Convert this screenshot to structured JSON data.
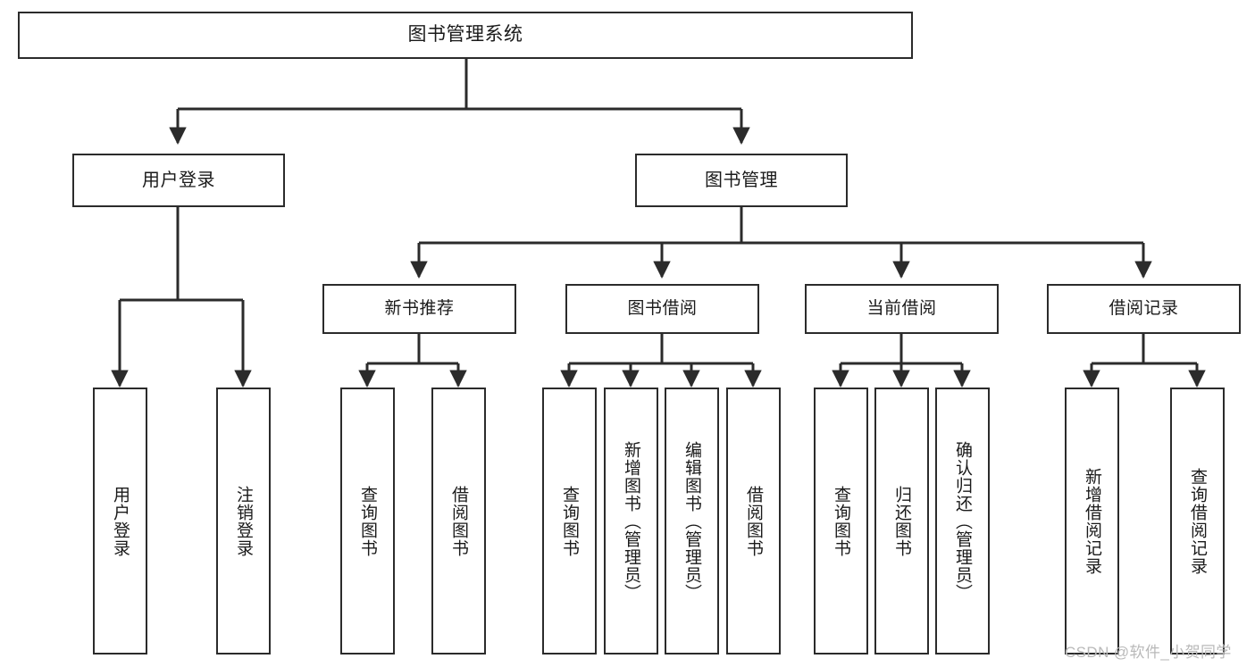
{
  "diagram": {
    "type": "tree",
    "title": "图书管理系统",
    "root": {
      "label": "图书管理系统"
    },
    "level2": [
      {
        "label": "用户登录"
      },
      {
        "label": "图书管理"
      }
    ],
    "level3": [
      {
        "label": "新书推荐"
      },
      {
        "label": "图书借阅"
      },
      {
        "label": "当前借阅"
      },
      {
        "label": "借阅记录"
      }
    ],
    "leaves": {
      "user_login": [
        {
          "label": "用户登录"
        },
        {
          "label": "注销登录"
        }
      ],
      "new_book_recommend": [
        {
          "label": "查询图书"
        },
        {
          "label": "借阅图书"
        }
      ],
      "book_borrow": [
        {
          "label": "查询图书"
        },
        {
          "label": "新增图书（管理员）"
        },
        {
          "label": "编辑图书（管理员）"
        },
        {
          "label": "借阅图书"
        }
      ],
      "current_borrow": [
        {
          "label": "查询图书"
        },
        {
          "label": "归还图书"
        },
        {
          "label": "确认归还（管理员）"
        }
      ],
      "borrow_record": [
        {
          "label": "新增借阅记录"
        },
        {
          "label": "查询借阅记录"
        }
      ]
    }
  },
  "watermark": {
    "text": "CSDN @软件_小贺同学"
  },
  "colors": {
    "stroke": "#2b2b2b",
    "background": "#ffffff",
    "text": "#1a1a1a",
    "watermark": "#b9b9b9"
  }
}
